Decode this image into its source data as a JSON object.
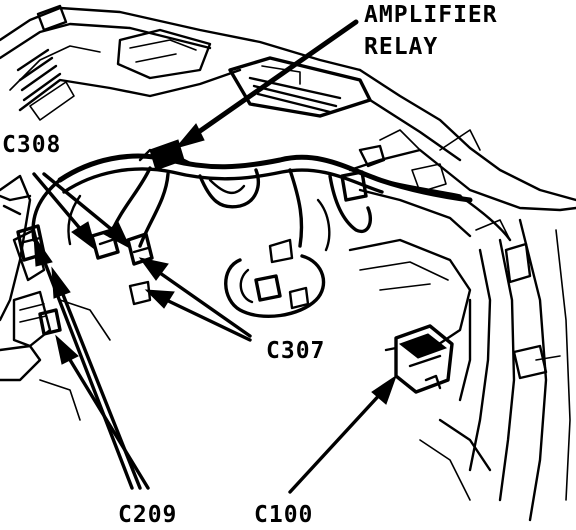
{
  "labels": {
    "amplifier": "AMPLIFIER",
    "relay": "RELAY",
    "c308": "C308",
    "c307": "C307",
    "c209": "C209",
    "c100": "C100"
  },
  "colors": {
    "ink": "#000000",
    "paper": "#ffffff"
  }
}
